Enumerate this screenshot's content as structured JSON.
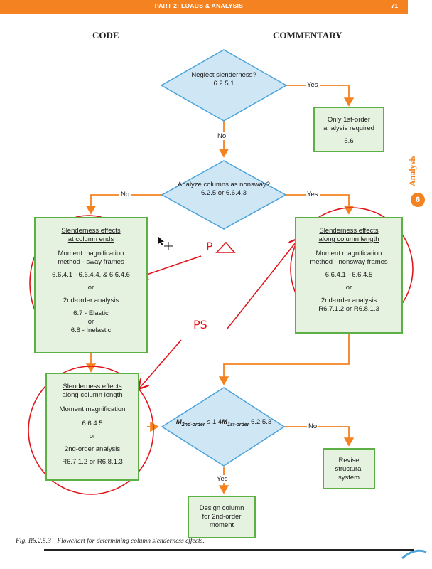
{
  "header": {
    "title": "PART 2: LOADS & ANALYSIS",
    "page_number": "71"
  },
  "columns": {
    "code": "CODE",
    "commentary": "COMMENTARY"
  },
  "side_tab": {
    "label": "Analysis",
    "number": "6"
  },
  "decisions": {
    "d1": {
      "line1": "Neglect",
      "line2": "slenderness?",
      "ref": "6.2.5.1"
    },
    "d2": {
      "line1": "Analyze columns",
      "line2": "as nonsway?",
      "ref": "6.2.5 or 6.6.4.3"
    },
    "d3": {
      "m1": "M",
      "s1": "2nd-order",
      "op": " ≤ 1.4",
      "m2": "M",
      "s2": "1st-order",
      "ref": "6.2.5.3"
    }
  },
  "labels": {
    "yes": "Yes",
    "no": "No"
  },
  "boxes": {
    "only_first": {
      "l1": "Only 1st-order",
      "l2": "analysis required",
      "l3": "6.6"
    },
    "sway": {
      "title1": "Slenderness effects",
      "title2": "at column ends",
      "l1": "Moment magnification",
      "l2": "method - sway frames",
      "l3": "6.6.4.1 - 6.6.4.4, & 6.6.4.6",
      "l4": "or",
      "l5": "2nd-order analysis",
      "l6": "6.7 - Elastic",
      "l7": "or",
      "l8": "6.8 - Inelastic"
    },
    "nonsway": {
      "title1": "Slenderness effects",
      "title2": "along column length",
      "l1": "Moment magnification",
      "l2": "method - nonsway frames",
      "l3": "6.6.4.1 - 6.6.4.5",
      "l4": "or",
      "l5": "2nd-order analysis",
      "l6": "R6.7.1.2 or R6.8.1.3"
    },
    "along": {
      "title1": "Slenderness effects",
      "title2": "along column length",
      "l1": "Moment magnification",
      "l2": "6.6.4.5",
      "l3": "or",
      "l4": "2nd-order analysis",
      "l5": "R6.7.1.2 or R6.8.1.3"
    },
    "revise": {
      "l1": "Revise",
      "l2": "structural",
      "l3": "system"
    },
    "design": {
      "l1": "Design column",
      "l2": "for 2nd-order",
      "l3": "moment"
    }
  },
  "annotations": {
    "p": "P",
    "ps": "PS"
  },
  "caption": "Fig. R6.2.5.3—Flowchart for determining column slenderness effects.",
  "colors": {
    "orange": "#f58220",
    "diamond_fill": "#cfe6f5",
    "diamond_stroke": "#4aa3d9",
    "box_fill": "#e6f2e0",
    "box_stroke": "#5cb046",
    "annotation": "#e0161b"
  }
}
